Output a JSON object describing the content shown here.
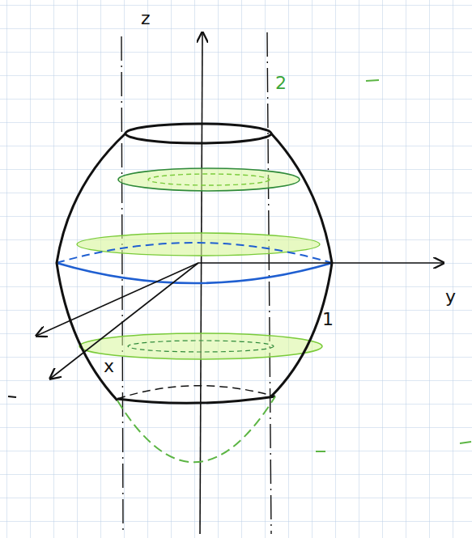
{
  "diagram": {
    "labels": [
      "z",
      "2",
      "1",
      "y",
      "x"
    ]
  }
}
